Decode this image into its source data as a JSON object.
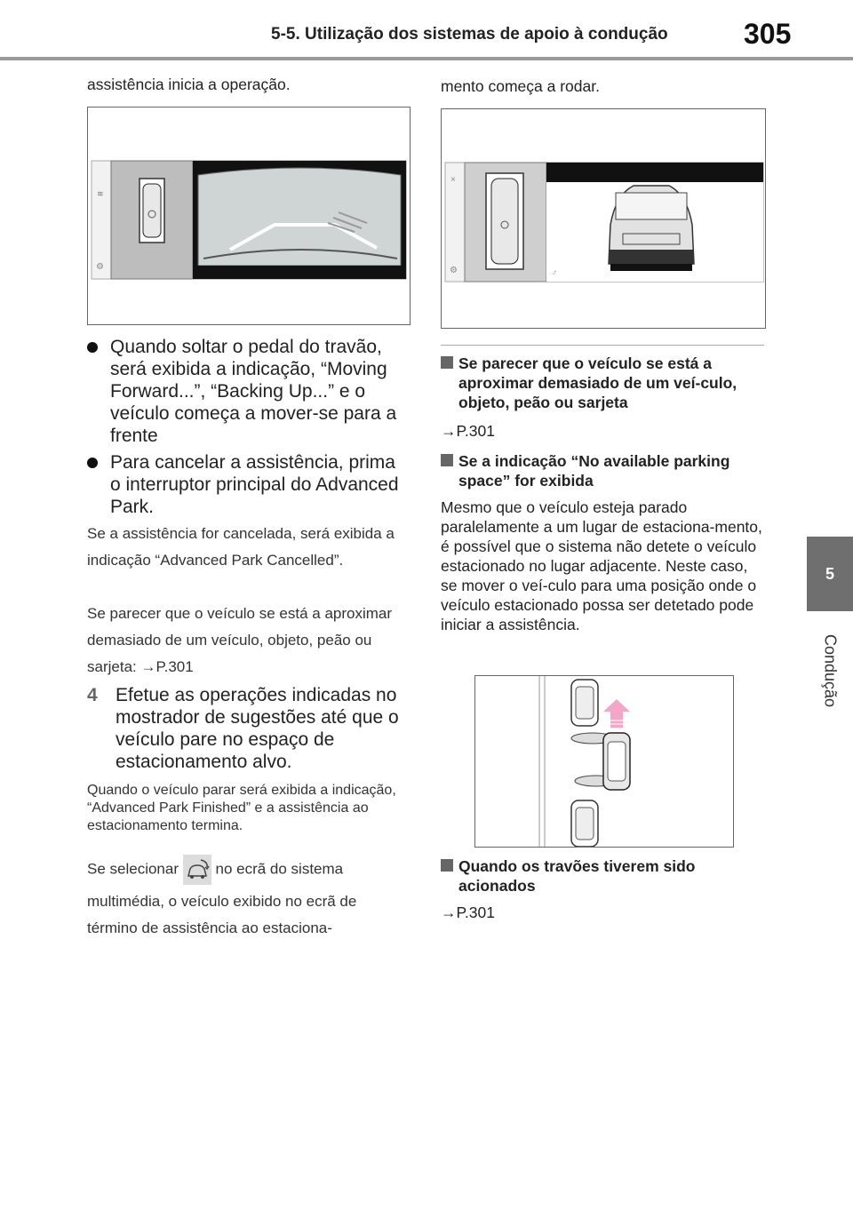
{
  "header": {
    "section_title": "5-5. Utilização dos sistemas de apoio à condução",
    "page_number": "305"
  },
  "side_tab": {
    "chapter_number": "5",
    "chapter_label": "Condução"
  },
  "left": {
    "intro_line": "assistência inicia a operação.",
    "bullets": [
      "Quando soltar o pedal do travão, será exibida a indicação, “Moving Forward...”, “Backing Up...” e o veículo começa a mover-se para a frente",
      "Para cancelar a assistência, prima o interruptor principal do Advanced Park."
    ],
    "note1": "Se a assistência for cancelada, será exibida a indicação “Advanced Park Cancelled”.",
    "note2_text": "Se parecer que o veículo se está a aproximar demasiado de um veículo, objeto, peão ou sarjeta: ",
    "note2_ref": "→P.301",
    "step_number": "4",
    "step_text": "Efetue as operações indicadas no mostrador de sugestões até que o veículo pare no espaço de estacionamento alvo.",
    "step_note": "Quando o veículo parar será exibida a indicação, “Advanced Park Finished” e a assistência ao estacionamento termina.",
    "select_before": "Se selecionar",
    "select_after": "no ecrã do sistema",
    "select_cont": "multimédia, o veículo exibido no ecrã de término de assistência ao estaciona-",
    "select_icon": "car-return-icon"
  },
  "right": {
    "intro_line": "mento começa a rodar.",
    "heading1": "Se parecer que o veículo se está a aproximar demasiado de um veí-culo, objeto, peão ou sarjeta",
    "ref1": "→P.301",
    "heading2": "Se a indicação “No available parking space” for exibida",
    "para2": "Mesmo que o veículo esteja parado paralelamente a um lugar de estaciona-mento, é possível que o sistema não detete o veículo estacionado no lugar adjacente. Neste caso, se mover o veí-culo para uma posição onde o veículo estacionado possa ser detetado pode iniciar a assistência.",
    "heading3": "Quando os travões tiverem sido acionados",
    "ref3": "→P.301"
  },
  "colors": {
    "pink_arrow": "#f4a6c8",
    "tab_gray": "#6f6f6f",
    "rule_gray": "#9a9a9a"
  }
}
